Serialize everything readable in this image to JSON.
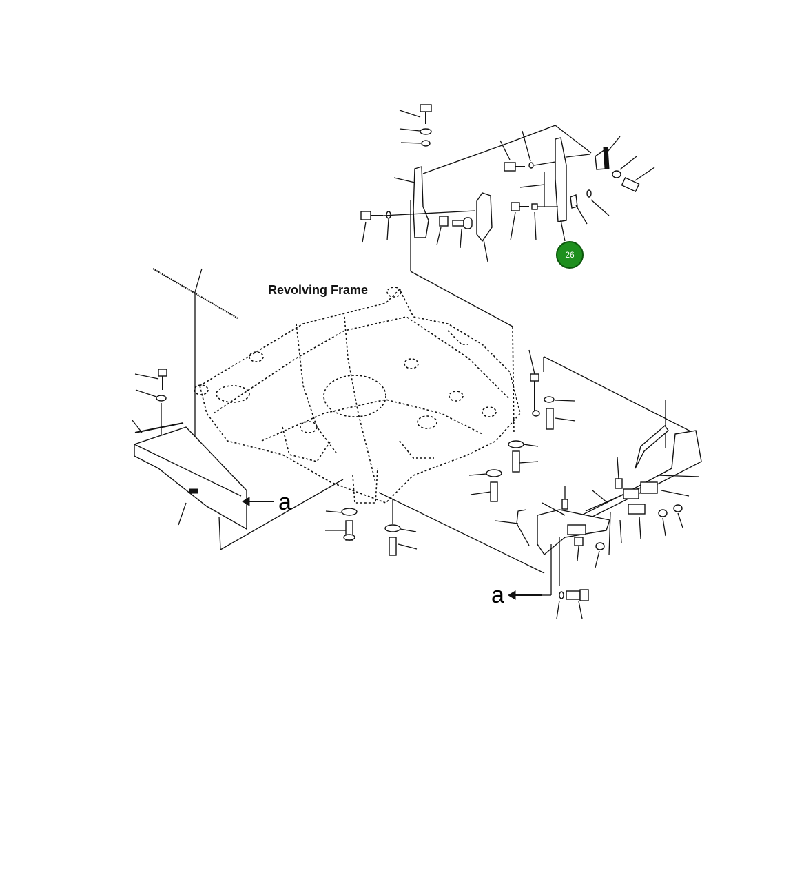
{
  "diagram": {
    "title": "Revolving Frame",
    "callouts": {
      "left_ref": "a",
      "bottom_ref": "a"
    },
    "hotspot": {
      "label": "26",
      "color": "#1e8f1e"
    }
  }
}
